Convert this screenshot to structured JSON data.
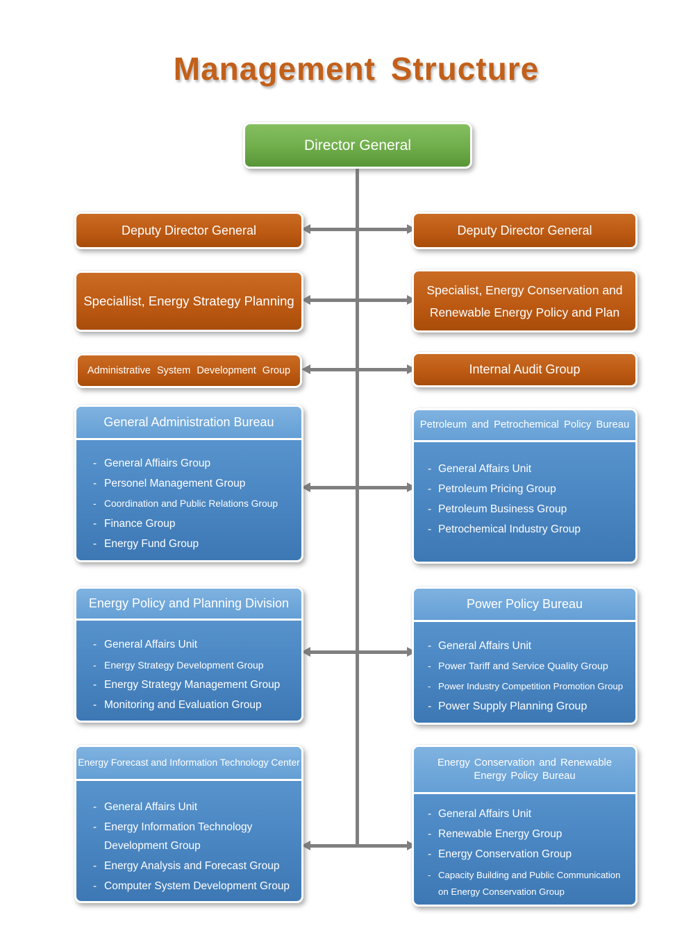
{
  "title": "Management Structure",
  "colors": {
    "title_orange": "#c2601a",
    "box_orange": "#bd5a13",
    "box_green": "#6fad4b",
    "box_blue_header": "#6ea7db",
    "box_blue_body": "#4a86c2",
    "connector_gray": "#7f7f7f",
    "text_white": "#ffffff"
  },
  "root": {
    "label": "Director General"
  },
  "orange_boxes": {
    "deputy_left": "Deputy Director General",
    "deputy_right": "Deputy Director General",
    "specialist_left": "Speciallist, Energy Strategy Planning",
    "specialist_right": "Specialist, Energy Conservation and Renewable Energy Policy and Plan",
    "admin_system_group": "Administrative System Development Group",
    "internal_audit": "Internal Audit Group"
  },
  "bureaus": {
    "general_admin": {
      "header": "General Administration Bureau",
      "items": [
        "General Affiairs Group",
        "Personel Management Group",
        "Coordination and Public Relations Group",
        "Finance Group",
        "Energy Fund Group"
      ]
    },
    "petroleum": {
      "header": "Petroleum and Petrochemical Policy Bureau",
      "items": [
        "General Affairs Unit",
        "Petroleum Pricing Group",
        "Petroleum Business Group",
        "Petrochemical Industry Group"
      ]
    },
    "energy_policy": {
      "header": "Energy Policy and Planning Division",
      "items": [
        "General Affairs Unit",
        "Energy Strategy Development Group",
        "Energy Strategy Management Group",
        "Monitoring and Evaluation Group"
      ]
    },
    "power_policy": {
      "header": "Power Policy Bureau",
      "items": [
        "General Affairs Unit",
        "Power Tariff and Service Quality Group",
        "Power Industry Competition Promotion Group",
        "Power Supply Planning Group"
      ]
    },
    "energy_forecast": {
      "header": "Energy Forecast and Information Technology Center",
      "items": [
        "General Affairs Unit",
        "Energy Information Technology Development Group",
        "Energy Analysis and Forecast Group",
        "Computer System Development Group"
      ]
    },
    "energy_conservation": {
      "header": "Energy Conservation and Renewable Energy Policy Bureau",
      "items": [
        "General Affairs Unit",
        "Renewable Energy Group",
        "Energy Conservation Group",
        "Capacity Building and Public Communication on Energy Conservation Group"
      ]
    }
  }
}
